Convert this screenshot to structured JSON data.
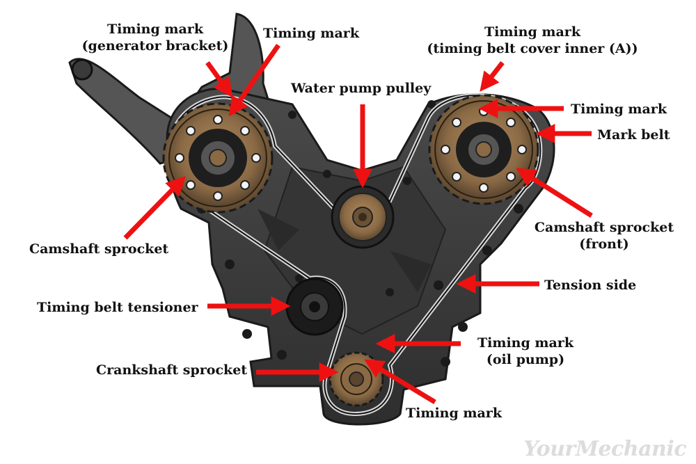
{
  "labels": {
    "timing_mark_generator_bracket": "Timing mark\n(generator bracket)",
    "timing_mark_top_left": "Timing mark",
    "timing_mark_cover": "Timing mark\n(timing belt cover inner (A))",
    "water_pump_pulley": "Water pump pulley",
    "timing_mark_right_cam": "Timing mark",
    "mark_belt": "Mark belt",
    "camshaft_sprocket_left": "Camshaft sprocket",
    "camshaft_sprocket_front": "Camshaft sprocket\n(front)",
    "tension_side": "Tension side",
    "timing_belt_tensioner": "Timing belt tensioner",
    "timing_mark_oil_pump": "Timing mark\n(oil pump)",
    "crankshaft_sprocket": "Crankshaft sprocket",
    "timing_mark_bottom": "Timing mark"
  },
  "watermark": "YourMechanic",
  "colors": {
    "arrow": "#ee1111",
    "housing": "#3f3f3f",
    "housing_dark": "#262626",
    "sprocket": "#8a6a45",
    "belt": "#d9d9d9"
  }
}
